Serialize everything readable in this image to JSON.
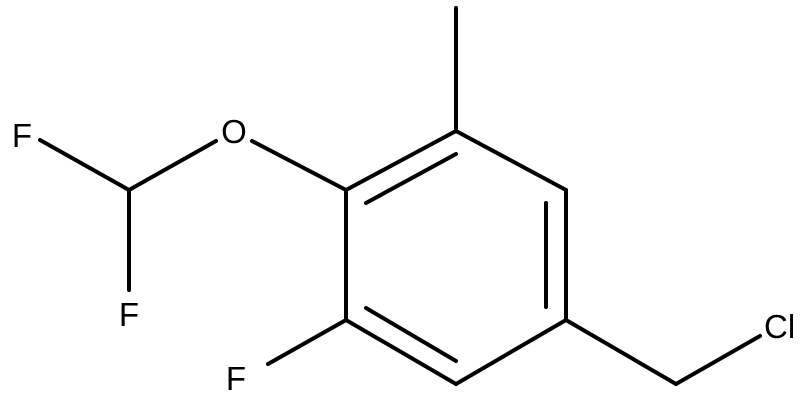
{
  "atoms": {
    "fluorine_top": "F",
    "oxygen": "O",
    "fluorine_bottom": "F",
    "fluorine_ring": "F",
    "chlorine": "Cl"
  },
  "colors": {
    "bond": "#000000",
    "label": "#000000",
    "background": "#ffffff"
  }
}
